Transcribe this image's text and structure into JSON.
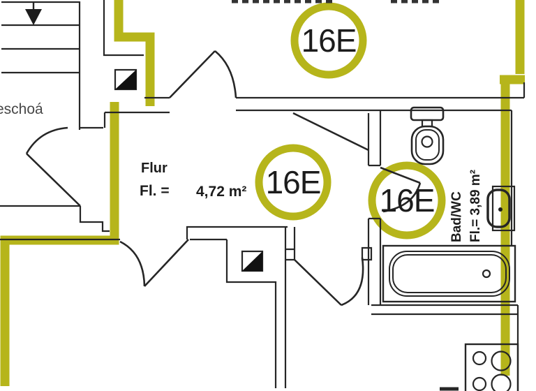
{
  "colors": {
    "highlight": "#b6b51b",
    "wall": "#262626",
    "text": "#1c1c1c",
    "muted_text": "#474747"
  },
  "floor_label_partial": "eschoá",
  "unit": {
    "top_circle": "16E",
    "hall_circle": "16E",
    "bath_circle": "16E"
  },
  "rooms": {
    "hall": {
      "name": "Flur",
      "area_label": "Fl. =",
      "area_value": "4,72 m²"
    },
    "bath": {
      "name": "Bad/WC",
      "area_text": "Fl.= 3,89 m²"
    }
  }
}
